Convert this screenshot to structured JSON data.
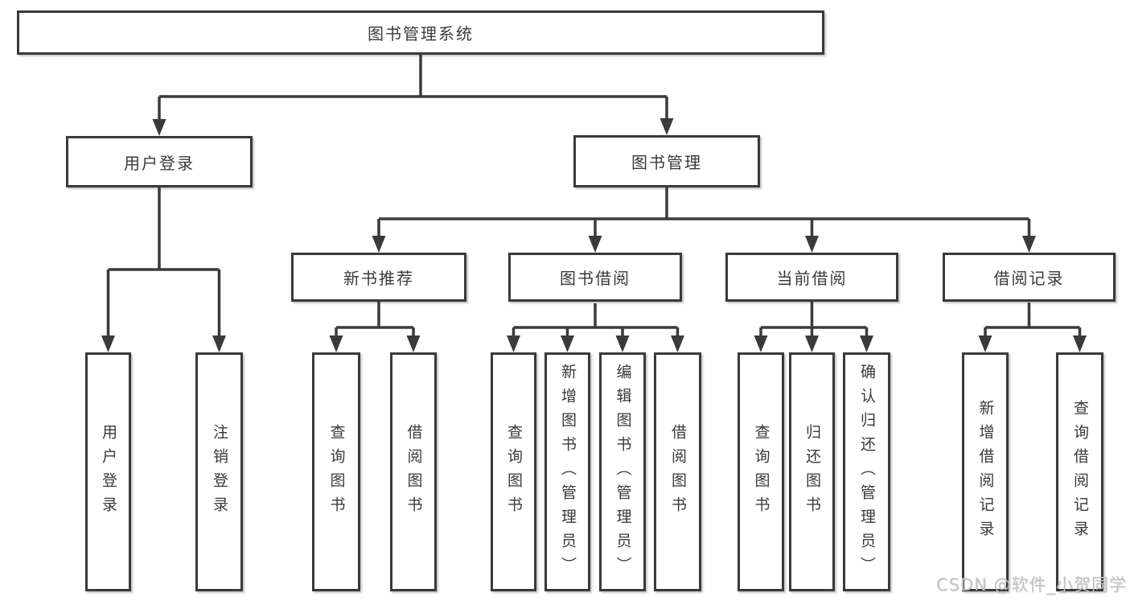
{
  "diagram": {
    "root": {
      "label": "图书管理系统"
    },
    "branches": [
      {
        "label": "用户登录",
        "leaves": [
          "用户登录",
          "注销登录"
        ]
      },
      {
        "label": "图书管理",
        "sections": [
          {
            "label": "新书推荐",
            "leaves": [
              "查询图书",
              "借阅图书"
            ]
          },
          {
            "label": "图书借阅",
            "leaves": [
              "查询图书",
              "新增图书（管理员）",
              "编辑图书（管理员）",
              "借阅图书"
            ]
          },
          {
            "label": "当前借阅",
            "leaves": [
              "查询图书",
              "归还图书",
              "确认归还（管理员）"
            ]
          },
          {
            "label": "借阅记录",
            "leaves": [
              "新增借阅记录",
              "查询借阅记录"
            ]
          }
        ]
      }
    ]
  },
  "watermark": {
    "text": "CSDN @软件_小贺同学"
  },
  "colors": {
    "line": "#3a3a3a",
    "text": "#3a3a3a",
    "box_background": "#ffffff",
    "watermark": "#c3c3c3",
    "background": "#ffffff"
  }
}
